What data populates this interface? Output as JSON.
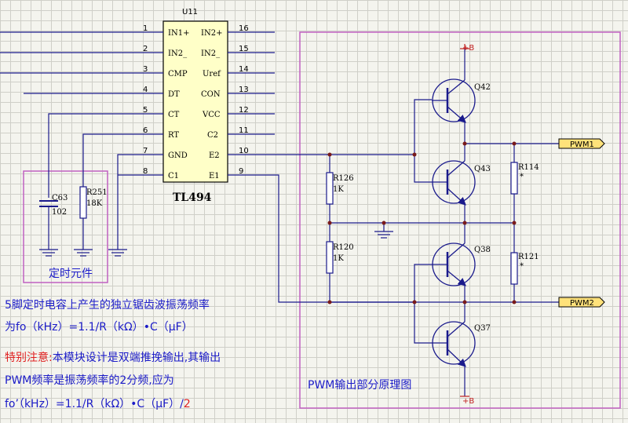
{
  "ic": {
    "ref": "U11",
    "part": "TL494",
    "left_pins": [
      {
        "num": "1",
        "name": "IN1+"
      },
      {
        "num": "2",
        "name": "IN2_"
      },
      {
        "num": "3",
        "name": "CMP"
      },
      {
        "num": "4",
        "name": "DT"
      },
      {
        "num": "5",
        "name": "CT"
      },
      {
        "num": "6",
        "name": "RT"
      },
      {
        "num": "7",
        "name": "GND"
      },
      {
        "num": "8",
        "name": "C1"
      }
    ],
    "right_pins": [
      {
        "num": "16",
        "name": "IN2+"
      },
      {
        "num": "15",
        "name": "IN2_"
      },
      {
        "num": "14",
        "name": "Uref"
      },
      {
        "num": "13",
        "name": "CON"
      },
      {
        "num": "12",
        "name": "VCC"
      },
      {
        "num": "11",
        "name": "C2"
      },
      {
        "num": "10",
        "name": "E2"
      },
      {
        "num": "9",
        "name": "E1"
      }
    ]
  },
  "timing": {
    "cap": {
      "ref": "C63",
      "value": "102"
    },
    "res": {
      "ref": "R251",
      "value": "18K"
    },
    "label": "定时元件"
  },
  "pwm_stage": {
    "title": "PWM输出部分原理图",
    "supply_label": "+B",
    "transistors": [
      "Q42",
      "Q43",
      "Q38",
      "Q37"
    ],
    "resistors": [
      {
        "ref": "R126",
        "value": "1K"
      },
      {
        "ref": "R120",
        "value": "1K"
      },
      {
        "ref": "R114",
        "value": "*"
      },
      {
        "ref": "R121",
        "value": "*"
      }
    ],
    "outputs": [
      "PWM1",
      "PWM2"
    ]
  },
  "notes": {
    "line1": "5脚定时电容上产生的独立锯齿波振荡频率",
    "line2": "为fo（kHz）=1.1/R（kΩ）•C（μF）",
    "line3_red": "特别注意:",
    "line3_rest": "本模块设计是双端推挽输出,其输出",
    "line4": "PWM频率是振荡频率的2分频,应为",
    "line5_main": "fo’（kHz）=1.1/R（kΩ）•C（μF）/",
    "line5_red": "2"
  },
  "colors": {
    "wire": "#1a1a8c",
    "box": "#c060c0",
    "note_text": "#1c1cc8",
    "note_warn": "#e02020",
    "label_fill": "#ffe27a"
  }
}
